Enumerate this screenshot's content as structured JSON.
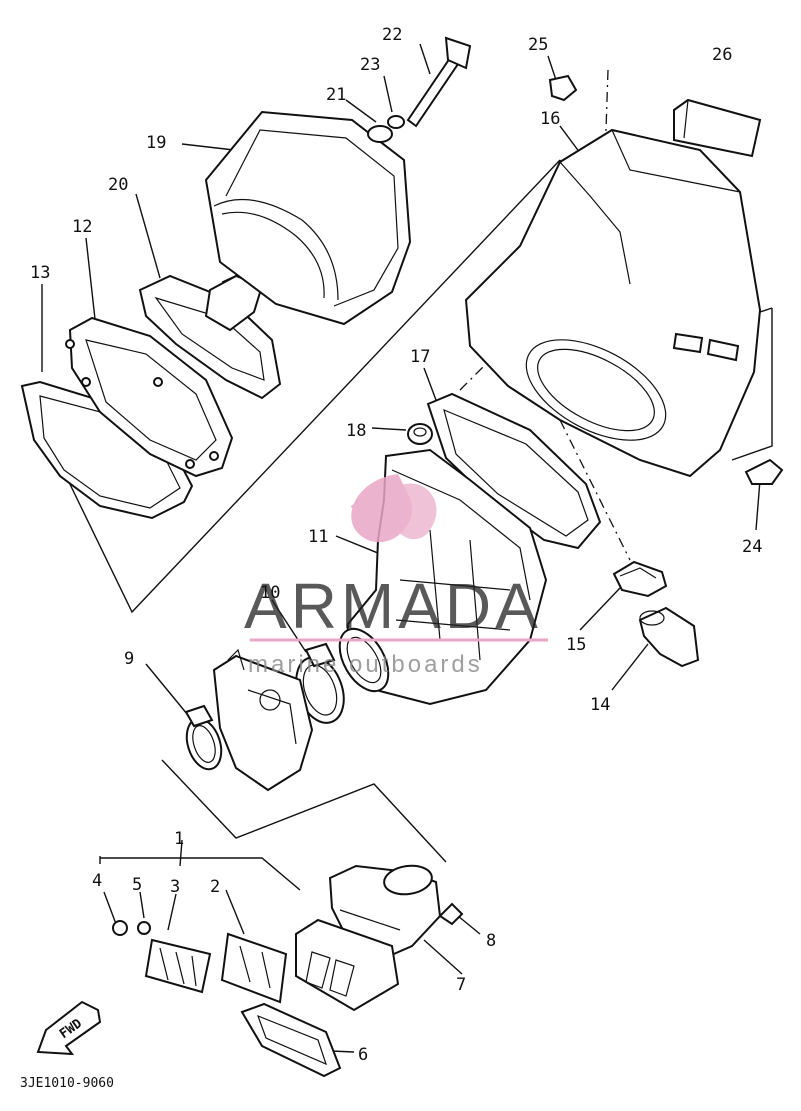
{
  "diagram": {
    "callouts": [
      "1",
      "2",
      "3",
      "4",
      "5",
      "6",
      "7",
      "8",
      "9",
      "10",
      "11",
      "12",
      "13",
      "14",
      "15",
      "16",
      "17",
      "18",
      "19",
      "20",
      "21",
      "22",
      "23",
      "24",
      "25",
      "26"
    ],
    "code": "3JE1010-9060",
    "fwd_label": "FWD"
  },
  "watermark": {
    "brand": "ARMADA",
    "tagline": "marine outboards",
    "accent_color": "#e9a6c6"
  }
}
